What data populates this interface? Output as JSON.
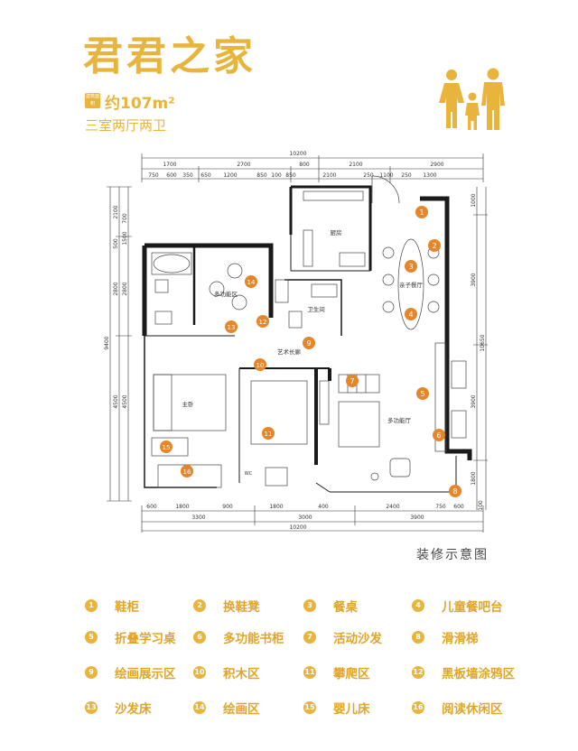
{
  "header": {
    "title": "君君之家",
    "area_badge": "建筑面积",
    "area_value": "约107m²",
    "layout_type": "三室两厅两卫"
  },
  "colors": {
    "accent": "#e9b43b",
    "marker": "#e5862a",
    "wall": "#1a1a1a"
  },
  "plan": {
    "top_total": "10200",
    "top_row1": [
      "1700",
      "2700",
      "800",
      "2100",
      "2900"
    ],
    "top_row2": [
      "750",
      "600",
      "350",
      "650",
      "1200",
      "850",
      "100",
      "850",
      "2100",
      "250",
      "1100",
      "250",
      "1300"
    ],
    "bottom_row1": [
      "600",
      "1800",
      "900",
      "1800",
      "400",
      "2400",
      "750",
      "600"
    ],
    "bottom_row2": [
      "3300",
      "3000",
      "3900"
    ],
    "bottom_total": "10200",
    "left_outer": "9400",
    "left_row1": [
      "2100",
      "500",
      "2800",
      "4500"
    ],
    "left_row2": [
      "700",
      "1500",
      "2800",
      "4500"
    ],
    "right_outer": "10650",
    "right_row": [
      "1000",
      "3900",
      "3900",
      "1800",
      "100"
    ],
    "rooms": {
      "kitchen": "厨房",
      "multi_area_top": "多功能区",
      "bathroom": "卫生间",
      "dining": "亲子餐厅",
      "corridor": "艺术长廊",
      "master": "主卧",
      "living": "多功能厅",
      "wc": "WC"
    },
    "markers": [
      "1",
      "2",
      "3",
      "4",
      "5",
      "6",
      "7",
      "8",
      "9",
      "10",
      "11",
      "12",
      "13",
      "14",
      "15",
      "16"
    ]
  },
  "caption": "装修示意图",
  "legend": [
    {
      "num": "1",
      "label": "鞋柜"
    },
    {
      "num": "2",
      "label": "换鞋凳"
    },
    {
      "num": "3",
      "label": "餐桌"
    },
    {
      "num": "4",
      "label": "儿童餐吧台"
    },
    {
      "num": "5",
      "label": "折叠学习桌"
    },
    {
      "num": "6",
      "label": "多功能书柜"
    },
    {
      "num": "7",
      "label": "活动沙发"
    },
    {
      "num": "8",
      "label": "滑滑梯"
    },
    {
      "num": "9",
      "label": "绘画展示区"
    },
    {
      "num": "10",
      "label": "积木区"
    },
    {
      "num": "11",
      "label": "攀爬区"
    },
    {
      "num": "12",
      "label": "黑板墙涂鸦区"
    },
    {
      "num": "13",
      "label": "沙发床"
    },
    {
      "num": "14",
      "label": "绘画区"
    },
    {
      "num": "15",
      "label": "婴儿床"
    },
    {
      "num": "16",
      "label": "阅读休闲区"
    }
  ]
}
